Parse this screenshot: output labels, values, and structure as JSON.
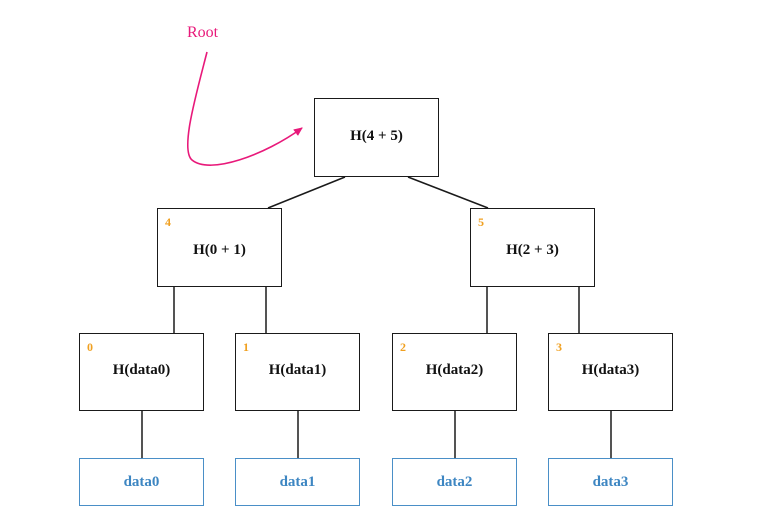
{
  "root_annotation": {
    "label": "Root",
    "color": "#e8197a"
  },
  "colors": {
    "index": "#f0a020",
    "leaf": "#3d86c2",
    "edge": "#1a1a1a"
  },
  "tree": {
    "root": {
      "label": "H(4 + 5)"
    },
    "level1": [
      {
        "index": "4",
        "label": "H(0 + 1)"
      },
      {
        "index": "5",
        "label": "H(2 + 3)"
      }
    ],
    "level2": [
      {
        "index": "0",
        "label": "H(data0)"
      },
      {
        "index": "1",
        "label": "H(data1)"
      },
      {
        "index": "2",
        "label": "H(data2)"
      },
      {
        "index": "3",
        "label": "H(data3)"
      }
    ],
    "data": [
      {
        "label": "data0"
      },
      {
        "label": "data1"
      },
      {
        "label": "data2"
      },
      {
        "label": "data3"
      }
    ]
  }
}
